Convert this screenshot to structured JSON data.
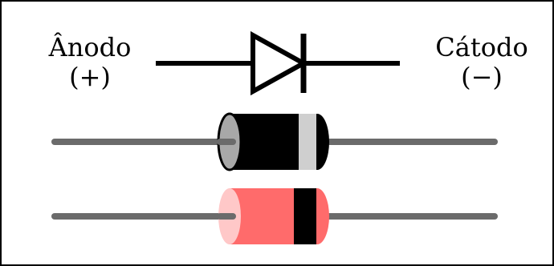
{
  "labels": {
    "anode_name": "Ânodo",
    "anode_sign": "(+)",
    "cathode_name": "Cátodo",
    "cathode_sign": "(−)"
  },
  "colors": {
    "symbol": "#000000",
    "lead": "#6b6b6b",
    "lead_end_cap": "#a8a8a8",
    "diode_black_body": "#000000",
    "diode_black_band": "#cfcfcf",
    "diode_red_body": "#ff6b6b",
    "diode_red_end_cap": "#ffc8c8",
    "diode_red_band": "#000000"
  },
  "icons": {
    "symbol": "diode-schematic-symbol",
    "component_1": "black-axial-diode",
    "component_2": "red-axial-diode"
  }
}
